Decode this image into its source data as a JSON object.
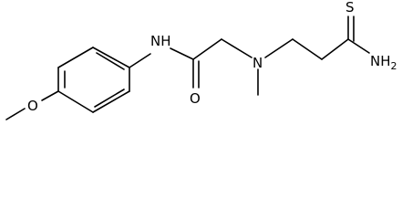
{
  "molecule": {
    "atoms": {
      "o_methoxy": "O",
      "n_amide": "NH",
      "o_carbonyl": "O",
      "n_amine": "N",
      "s_thioamide": "S",
      "n_thioamide": "NH",
      "n_thioamide_sub": "2"
    },
    "colors": {
      "bond": "#000000",
      "text": "#000000",
      "background": "#ffffff"
    }
  }
}
